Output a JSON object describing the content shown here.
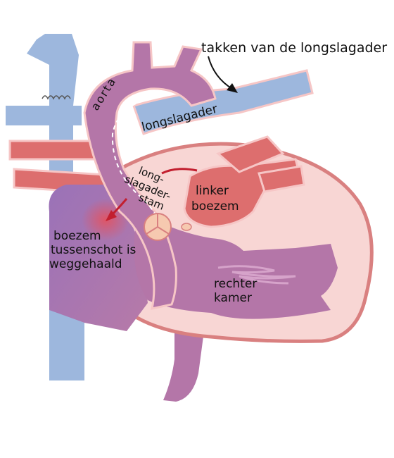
{
  "colors": {
    "blue_vessel": "#9db7dd",
    "purple_vessel": "#b476a8",
    "red_vessel": "#dd6e6e",
    "heart_outline": "#d98080",
    "heart_fill": "#f8d6d4",
    "arrow": "#c21f2f"
  },
  "labels": {
    "pulmonary_branches": "takken van de longslagader",
    "aorta": "aorta",
    "pulmonary_artery": "longslagader",
    "pulmonary_trunk_line1": "long-",
    "pulmonary_trunk_line2": "slagader-",
    "pulmonary_trunk_line3": "stam",
    "left_atrium_line1": "linker",
    "left_atrium_line2": "boezem",
    "septum_line1": "boezem",
    "septum_line2": "tussenschot is",
    "septum_line3": "weggehaald",
    "right_ventricle_line1": "rechter",
    "right_ventricle_line2": "kamer"
  }
}
